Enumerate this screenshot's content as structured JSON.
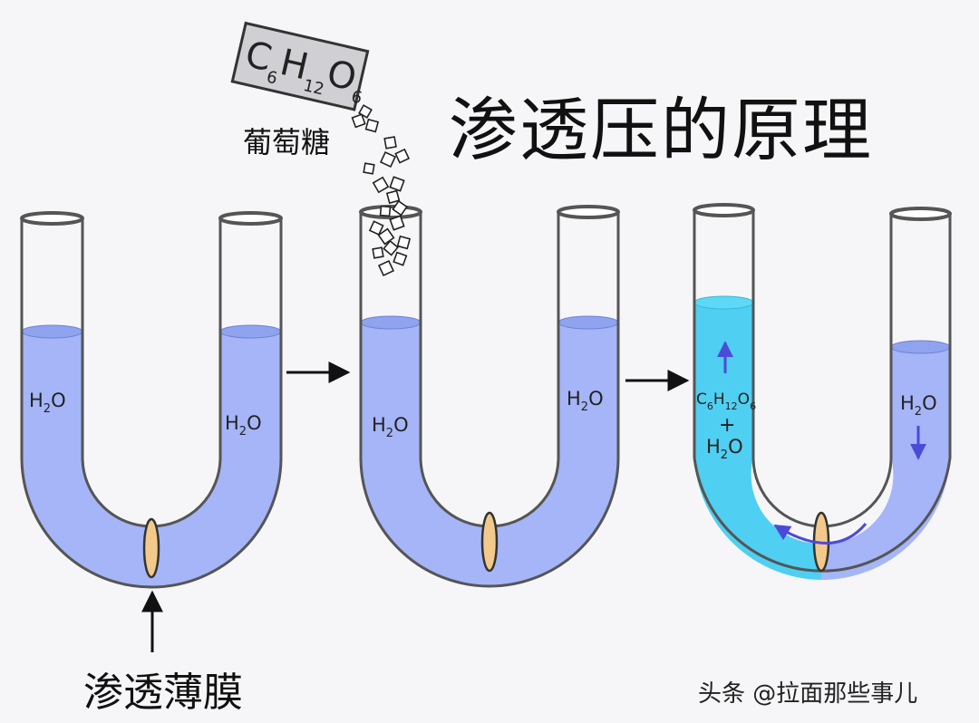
{
  "title": "渗透压的原理",
  "glucose_box": {
    "C": "C",
    "c_sub": "6",
    "H": "H",
    "h_sub": "12",
    "O": "O",
    "o_sub": "6"
  },
  "glucose_label": "葡萄糖",
  "membrane_label": "渗透薄膜",
  "watermark": "头条 @拉面那些事儿",
  "formula": {
    "H": "H",
    "sub": "2",
    "O": "O"
  },
  "tube3_left": {
    "C": "C",
    "c_sub": "6",
    "H": "H",
    "h_sub": "12",
    "O": "O",
    "o_sub": "6",
    "plus": "+"
  },
  "colors": {
    "water": "#a5b5f7",
    "water_top": "#8fa3ee",
    "solution": "#4fcff1",
    "solution_top": "#5fd8f5",
    "arrow_flow": "#4b4bd8",
    "membrane": "#f2c98b"
  }
}
